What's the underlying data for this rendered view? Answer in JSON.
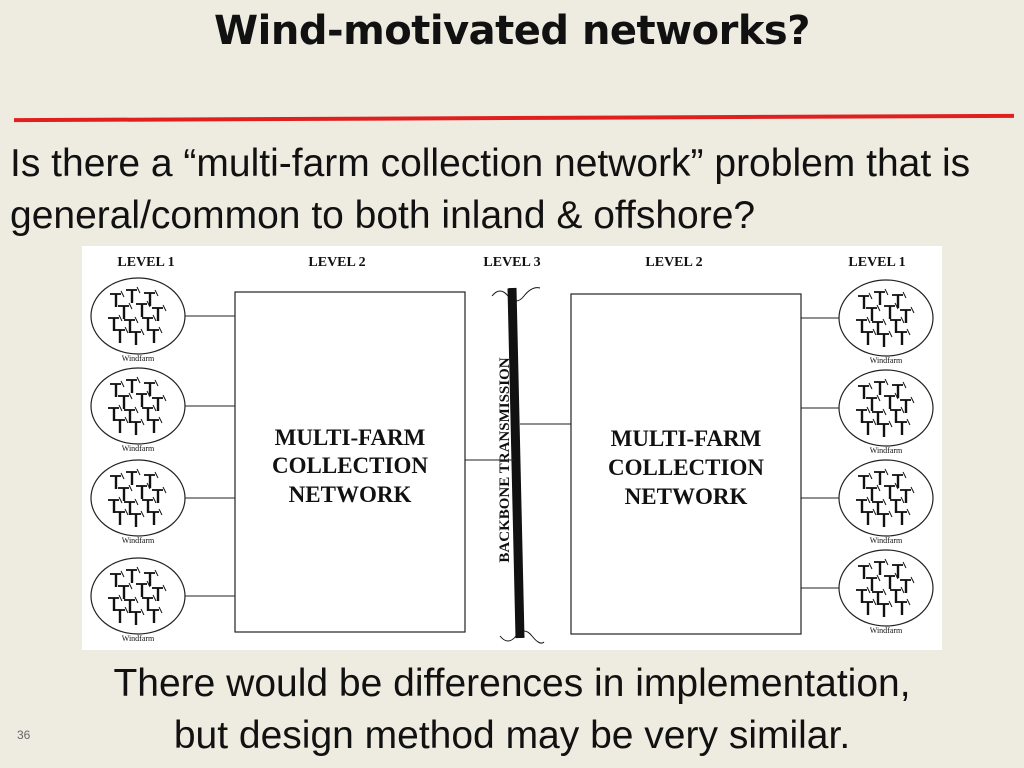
{
  "slide": {
    "title": "Wind-motivated networks?",
    "question": "Is there a “multi-farm collection network” problem that is general/common to both inland & offshore?",
    "conclusion_line1": "There would be differences in implementation,",
    "conclusion_line2": "but design method may be very similar.",
    "page_number": "36"
  },
  "diagram": {
    "levels": {
      "left_level1": "LEVEL 1",
      "left_level2": "LEVEL 2",
      "center_level3": "LEVEL 3",
      "right_level2": "LEVEL 2",
      "right_level1": "LEVEL 1"
    },
    "left_box": {
      "line1": "MULTI-FARM",
      "line2": "COLLECTION",
      "line3": "NETWORK"
    },
    "right_box": {
      "line1": "MULTI-FARM",
      "line2": "COLLECTION",
      "line3": "NETWORK"
    },
    "backbone_label": "BACKBONE TRANSMISSION",
    "windfarm_label": "Windfarm",
    "windfarm_count_left": 4,
    "windfarm_count_right": 4,
    "accent_color": "#e02020",
    "background_color": "#eeece1"
  }
}
